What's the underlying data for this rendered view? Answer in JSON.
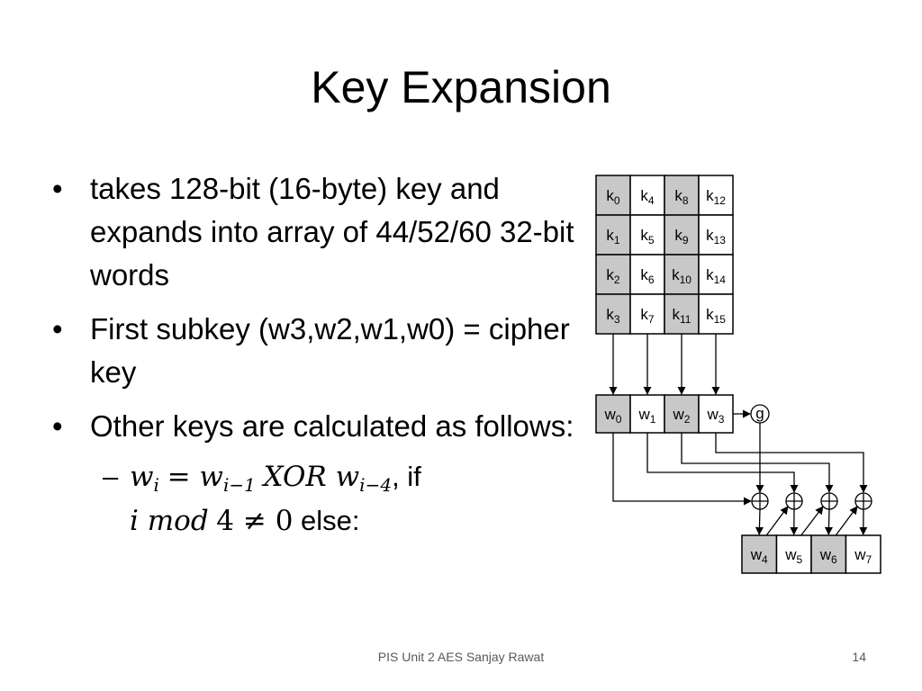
{
  "title": "Key Expansion",
  "bullets": [
    "takes 128-bit (16-byte) key and expands into array of 44/52/60 32-bit words",
    "First subkey (w3,w2,w1,w0) = cipher key",
    "Other keys are calculated as follows:"
  ],
  "sub_bullet": {
    "if_text": ", if",
    "else_text": " else:"
  },
  "footer": "PIS Unit 2 AES Sanjay Rawat",
  "page_number": "14",
  "diagram": {
    "key_grid": [
      [
        {
          "b": "k",
          "s": "0"
        },
        {
          "b": "k",
          "s": "4"
        },
        {
          "b": "k",
          "s": "8"
        },
        {
          "b": "k",
          "s": "12"
        }
      ],
      [
        {
          "b": "k",
          "s": "1"
        },
        {
          "b": "k",
          "s": "5"
        },
        {
          "b": "k",
          "s": "9"
        },
        {
          "b": "k",
          "s": "13"
        }
      ],
      [
        {
          "b": "k",
          "s": "2"
        },
        {
          "b": "k",
          "s": "6"
        },
        {
          "b": "k",
          "s": "10"
        },
        {
          "b": "k",
          "s": "14"
        }
      ],
      [
        {
          "b": "k",
          "s": "3"
        },
        {
          "b": "k",
          "s": "7"
        },
        {
          "b": "k",
          "s": "11"
        },
        {
          "b": "k",
          "s": "15"
        }
      ]
    ],
    "word_row": [
      {
        "b": "w",
        "s": "0"
      },
      {
        "b": "w",
        "s": "1"
      },
      {
        "b": "w",
        "s": "2"
      },
      {
        "b": "w",
        "s": "3"
      }
    ],
    "g_label": "g",
    "output_row": [
      {
        "b": "w",
        "s": "4"
      },
      {
        "b": "w",
        "s": "5"
      },
      {
        "b": "w",
        "s": "6"
      },
      {
        "b": "w",
        "s": "7"
      }
    ]
  }
}
